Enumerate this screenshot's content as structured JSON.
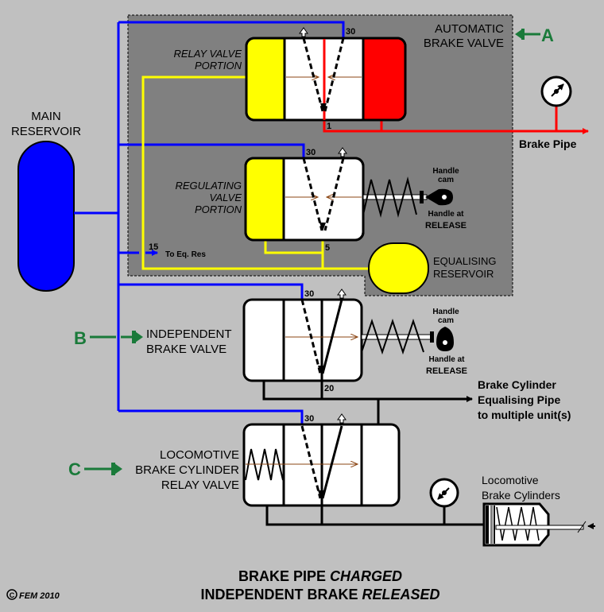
{
  "title": {
    "line1_plain": "BRAKE PIPE ",
    "line1_italic": "CHARGED",
    "line2_plain": "INDEPENDENT BRAKE ",
    "line2_italic": "RELEASED"
  },
  "copyright": {
    "symbol": "C",
    "text": "FEM 2010"
  },
  "main_reservoir": {
    "line1": "MAIN",
    "line2": "RESERVOIR"
  },
  "automatic_brake_valve": {
    "line1": "AUTOMATIC",
    "line2": "BRAKE VALVE",
    "marker": "A",
    "relay_portion": {
      "line1": "RELAY VALVE",
      "line2": "PORTION",
      "port_in": "30",
      "port_out": "1"
    },
    "regulating_portion": {
      "line1": "REGULATING",
      "line2": "VALVE",
      "line3": "PORTION",
      "port_in": "30",
      "port_out": "5"
    },
    "handle": {
      "cam_line1": "Handle",
      "cam_line2": "cam",
      "pos_line1": "Handle at",
      "pos_line2": "RELEASE"
    },
    "eq_res_feed": {
      "port": "15",
      "label": "To Eq. Res"
    },
    "equalising_reservoir": {
      "line1": "EQUALISING",
      "line2": "RESERVOIR"
    }
  },
  "brake_pipe": {
    "label": "Brake Pipe"
  },
  "independent_brake_valve": {
    "line1": "INDEPENDENT",
    "line2": "BRAKE VALVE",
    "marker": "B",
    "port_in": "30",
    "port_out": "20",
    "handle": {
      "cam_line1": "Handle",
      "cam_line2": "cam",
      "pos_line1": "Handle at",
      "pos_line2": "RELEASE"
    }
  },
  "equalising_pipe": {
    "line1": "Brake Cylinder",
    "line2": "Equalising Pipe",
    "line3": "to multiple unit(s)"
  },
  "relay_valve": {
    "line1": "LOCOMOTIVE",
    "line2": "BRAKE CYLINDER",
    "line3": "RELAY VALVE",
    "marker": "C",
    "port_in": "30"
  },
  "brake_cylinders": {
    "line1": "Locomotive",
    "line2": "Brake Cylinders"
  },
  "colors": {
    "main_reservoir_air": "#0000ff",
    "brake_pipe_air": "#ff0000",
    "equalising_air": "#ffff00",
    "marker": "#1a7a3a",
    "panel": "#808080",
    "background": "#c0c0c0"
  }
}
